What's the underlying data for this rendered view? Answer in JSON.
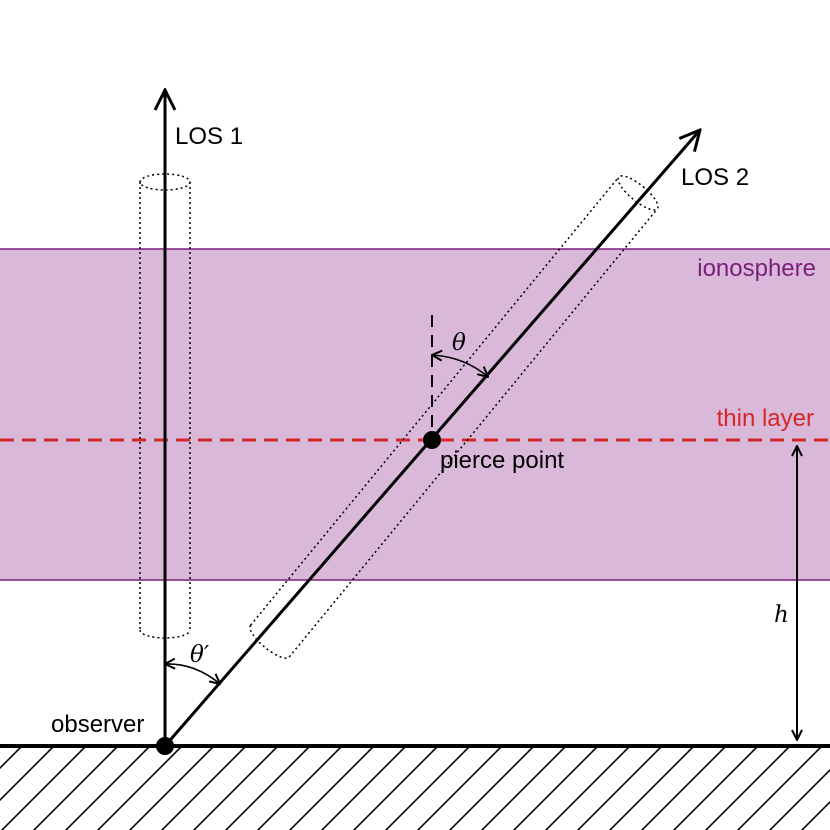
{
  "labels": {
    "los1": "LOS 1",
    "los2": "LOS 2",
    "ionosphere": "ionosphere",
    "thin_layer": "thin layer",
    "pierce_point": "pierce point",
    "observer": "observer",
    "theta": "θ",
    "theta_prime": "θ′",
    "height": "h"
  },
  "colors": {
    "ionosphere_fill": "#d9b8d9",
    "ionosphere_edge": "#7a1f7a",
    "ionosphere_text": "#7a1f7a",
    "thin_layer": "#d62728",
    "ink": "#000000"
  }
}
